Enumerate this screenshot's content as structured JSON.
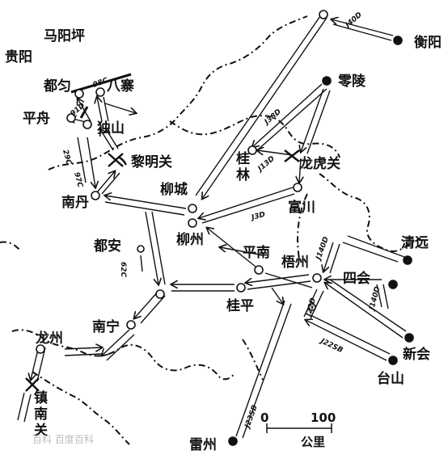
{
  "cities": {
    "hengyang": "衡阳",
    "guiyang": "贵阳",
    "mayangping": "马阳坪",
    "duyun": "都匀",
    "bazhai": "八寨",
    "pingzhou": "平舟",
    "dushan": "独山",
    "limingguan": "黎明关",
    "lingling": "零陵",
    "guilin": "桂林",
    "longhuguan": "龙虎关",
    "liucheng": "柳城",
    "liuzhou": "柳州",
    "nandan": "南丹",
    "fuchuan": "富川",
    "duan": "都安",
    "pingnan": "平南",
    "wuzhou": "梧州",
    "qingyuan": "清远",
    "sihui": "四会",
    "guiping": "桂平",
    "nanning": "南宁",
    "longzhou": "龙州",
    "zhennanguan": "镇南关",
    "xinhui": "新会",
    "taishan": "台山",
    "leizhou": "雷州"
  },
  "units": {
    "j40d": "J40D",
    "j38d": "J38D",
    "j13d": "J13D",
    "j3d": "J3D",
    "j140d_a": "J140D",
    "j140d_b": "J140D",
    "j22d": "J22D",
    "j22sb": "J22SB",
    "j23sb": "J23SB",
    "u98c": "98C",
    "u91d": "91D",
    "u29c": "29C",
    "u97c": "97C",
    "u62c": "62C"
  },
  "scale": {
    "zero": "0",
    "hundred": "100",
    "unit": "公里"
  },
  "watermark": "百科 百度百科"
}
